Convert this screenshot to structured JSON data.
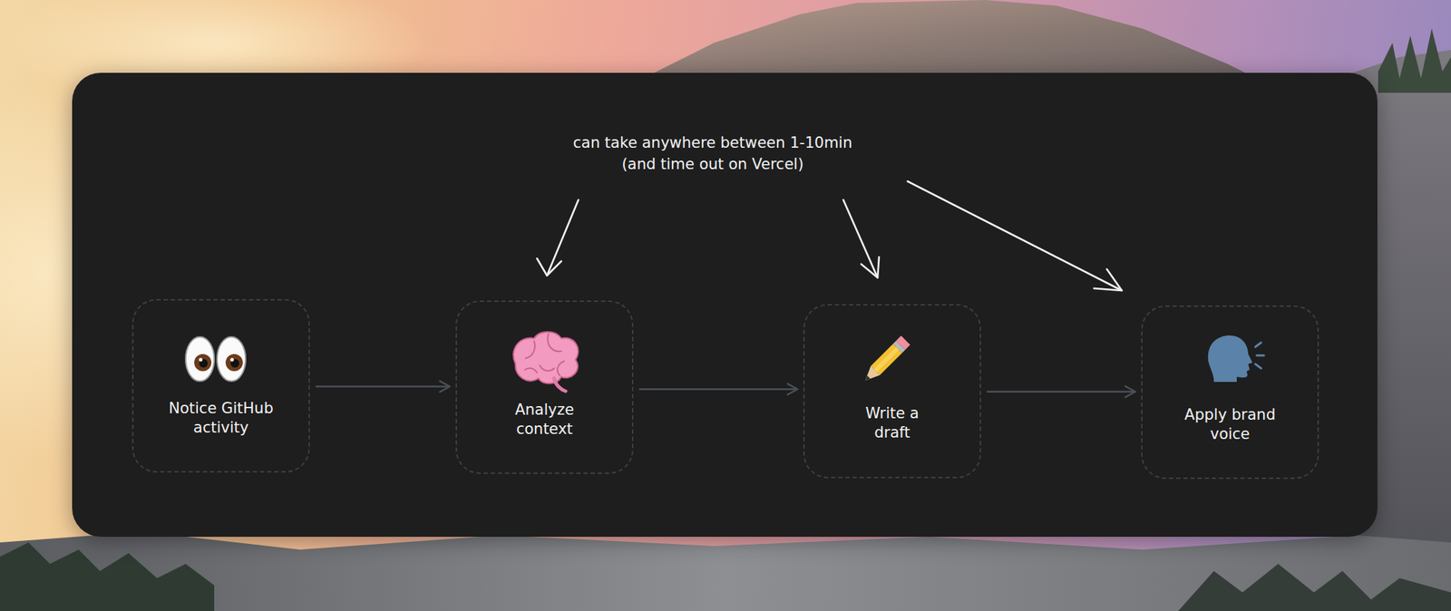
{
  "diagram": {
    "nodes": [
      {
        "text": [
          "Notice GitHub activity"
        ]
      },
      {
        "text": [
          "Analyze context"
        ]
      },
      {
        "text": [
          "Write a draft"
        ]
      },
      {
        "text": [
          "Apply brand voice"
        ]
      }
    ],
    "edges": [
      {
        "from": 0,
        "to": 1,
        "arrow": "to"
      },
      {
        "from": 1,
        "to": 2,
        "arrow": "to"
      },
      {
        "from": 2,
        "to": 3,
        "arrow": "to"
      }
    ],
    "labels": [
      "can take anywhere between 1-10min (and time out on Vercel)"
    ]
  }
}
